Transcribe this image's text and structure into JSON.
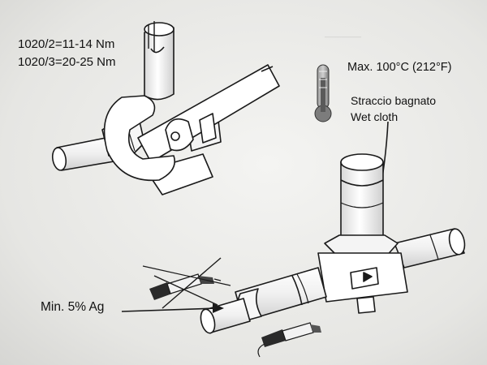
{
  "labels": {
    "torque_1": "1020/2=11-14 Nm",
    "torque_2": "1020/3=20-25 Nm",
    "max_temp": "Max. 100°C (212°F)",
    "wet_cloth_it": "Straccio bagnato",
    "wet_cloth_en": "Wet cloth",
    "silver_content": "Min. 5% Ag"
  },
  "icons": [
    "wrench-icon",
    "thermometer-icon",
    "solenoid-valve-icon",
    "brazing-torch-icon"
  ],
  "colors": {
    "line": "#1a1a1a",
    "thermometer_fill": "#6f6f6f"
  }
}
